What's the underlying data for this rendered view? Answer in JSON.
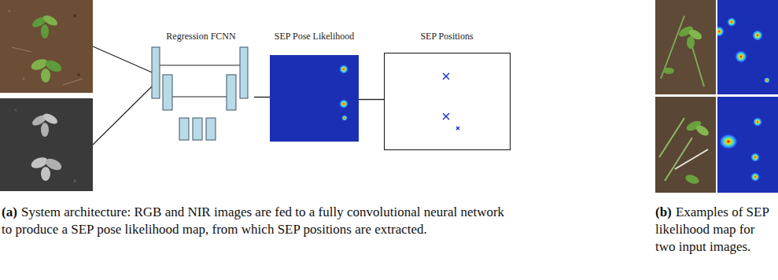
{
  "diagram": {
    "nodes": [
      {
        "text": [
          "Regression FCNN"
        ]
      },
      {
        "text": [
          "SEP Pose Likelihood"
        ]
      },
      {
        "text": [
          "SEP Positions"
        ]
      }
    ],
    "edges": [
      {
        "from": 0,
        "to": 1,
        "arrow": "none"
      },
      {
        "from": 1,
        "to": 2,
        "arrow": "none"
      }
    ],
    "labels": [
      "(a)",
      "System architecture: RGB and NIR images are fed to a fully convolutional neural network to produce a SEP pose likelihood map, from which SEP positions are extracted.",
      "(b)",
      "Examples of SEP likelihood map for two input images."
    ]
  }
}
